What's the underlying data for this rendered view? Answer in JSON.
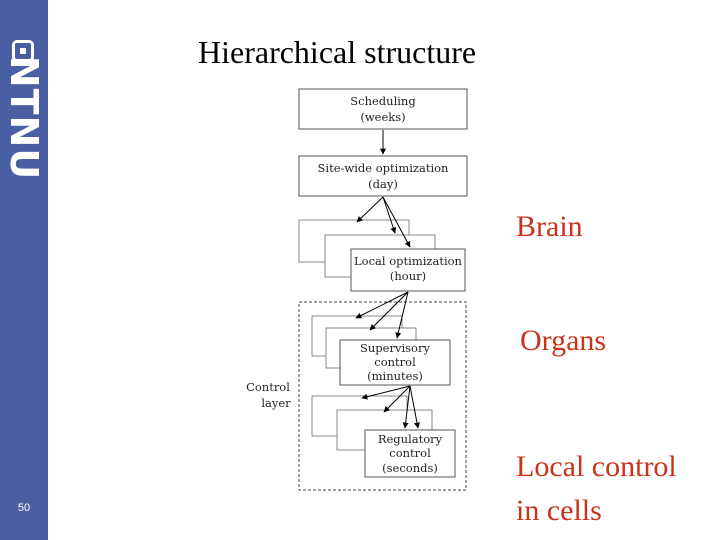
{
  "slide": {
    "title": "Hierarchical structure",
    "page_number": "50"
  },
  "sidebar": {
    "logo_icon": "ntnu-logo-icon",
    "brand": "NTNU",
    "color": "#4a5fa3"
  },
  "diagram": {
    "scheduling": {
      "line1": "Scheduling",
      "line2": "(weeks)"
    },
    "site_wide": {
      "line1": "Site-wide optimization",
      "line2": "(day)"
    },
    "local_opt": {
      "line1": "Local optimization",
      "line2": "(hour)"
    },
    "supervisory": {
      "line1": "Supervisory",
      "line2": "control",
      "line3": "(minutes)"
    },
    "regulatory": {
      "line1": "Regulatory",
      "line2": "control",
      "line3": "(seconds)"
    },
    "control_layer": {
      "line1": "Control",
      "line2": "layer"
    }
  },
  "annotations": {
    "brain": "Brain",
    "organs": "Organs",
    "local_control_line1": "Local control",
    "local_control_line2": "in cells",
    "color": "#c8331a"
  }
}
